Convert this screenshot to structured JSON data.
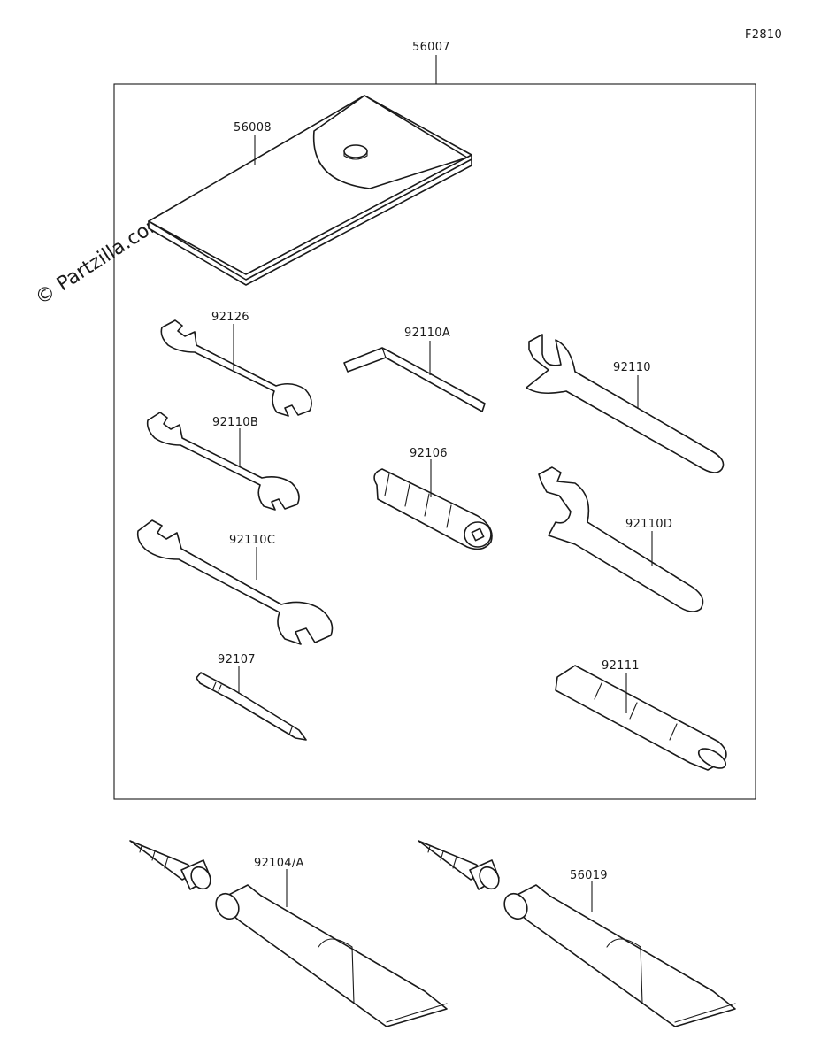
{
  "figure_code": "F2810",
  "watermark": "© Partzilla.com",
  "kit": {
    "part_number": "56007"
  },
  "parts": [
    {
      "id": "case",
      "part_number": "56008"
    },
    {
      "id": "wrench-small",
      "part_number": "92126"
    },
    {
      "id": "wrench-mid",
      "part_number": "92110B"
    },
    {
      "id": "wrench-large",
      "part_number": "92110C"
    },
    {
      "id": "hex-key",
      "part_number": "92110A"
    },
    {
      "id": "spanner-top",
      "part_number": "92110"
    },
    {
      "id": "socket",
      "part_number": "92106"
    },
    {
      "id": "spanner-hook",
      "part_number": "92110D"
    },
    {
      "id": "screwdriver",
      "part_number": "92107"
    },
    {
      "id": "handle",
      "part_number": "92111"
    },
    {
      "id": "tube-left",
      "part_number": "92104/A"
    },
    {
      "id": "tube-right",
      "part_number": "56019"
    }
  ]
}
